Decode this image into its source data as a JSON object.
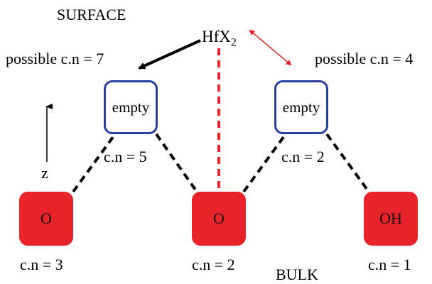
{
  "surface_label": "SURFACE",
  "bulk_label": "BULK",
  "precursor": {
    "base": "HfX",
    "subscript": "2"
  },
  "possible_cn_left": "possible c.n = 7",
  "possible_cn_right": "possible c.n = 4",
  "axis_label": "z",
  "empty_sites": [
    {
      "label": "empty",
      "cn": "c.n = 5"
    },
    {
      "label": "empty",
      "cn": "c.n = 2"
    }
  ],
  "bulk_sites": [
    {
      "label": "O",
      "cn": "c.n = 3"
    },
    {
      "label": "O",
      "cn": "c.n = 2"
    },
    {
      "label": "OH",
      "cn": "c.n = 1"
    }
  ],
  "colors": {
    "bulk_site": "#e8232a",
    "empty_border": "#2b3f9e",
    "red_arrow": "#e8232a",
    "bond": "#000000"
  }
}
